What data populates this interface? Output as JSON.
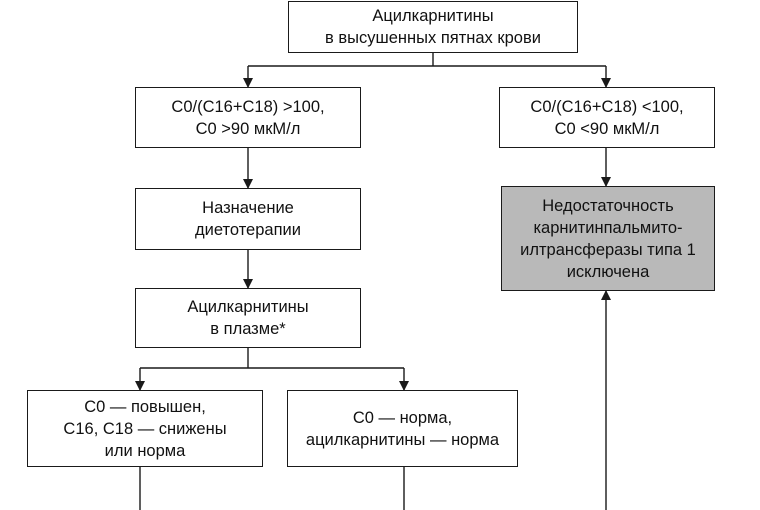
{
  "nodes": {
    "top": "Ацилкарнитины\nв высушенных пятнах крови",
    "left_criterion": "C0/(C16+C18) >100,\nC0 >90 мкМ/л",
    "right_criterion": "C0/(C16+C18) <100,\nC0 <90 мкМ/л",
    "diet": "Назначение\nдиетотерапии",
    "excluded": "Недостаточность\nкарнитинпальмито-\nилтрансферазы типа 1\nисключена",
    "plasma": "Ацилкарнитины\nв плазме*",
    "c0_elevated": "C0 — повышен,\nC16, C18 — снижены\nили норма",
    "c0_normal": "C0 — норма,\nацилкарнитины — норма"
  },
  "colors": {
    "line": "#1a1a1a",
    "shaded_box": "#b9b9b9"
  }
}
